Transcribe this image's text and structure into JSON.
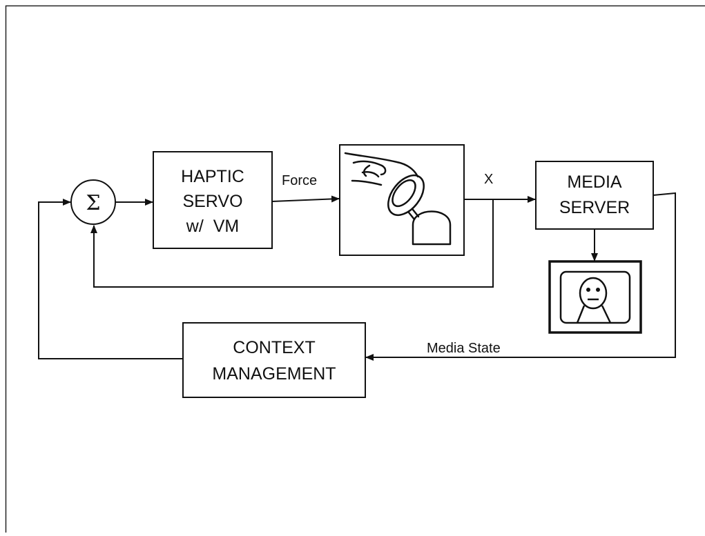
{
  "diagram": {
    "summing_junction": {
      "symbol": "Σ"
    },
    "blocks": {
      "haptic_servo": {
        "lines": [
          "HAPTIC",
          "SERVO",
          "w/  VM"
        ]
      },
      "media_server": {
        "lines": [
          "MEDIA",
          "SERVER"
        ]
      },
      "context_management": {
        "lines": [
          "CONTEXT",
          "MANAGEMENT"
        ]
      }
    },
    "signals": {
      "force": "Force",
      "x": "X",
      "media_state": "Media State"
    },
    "icons": {
      "haptic_device": "hand-on-knob-icon",
      "display": "monitor-face-icon"
    }
  }
}
